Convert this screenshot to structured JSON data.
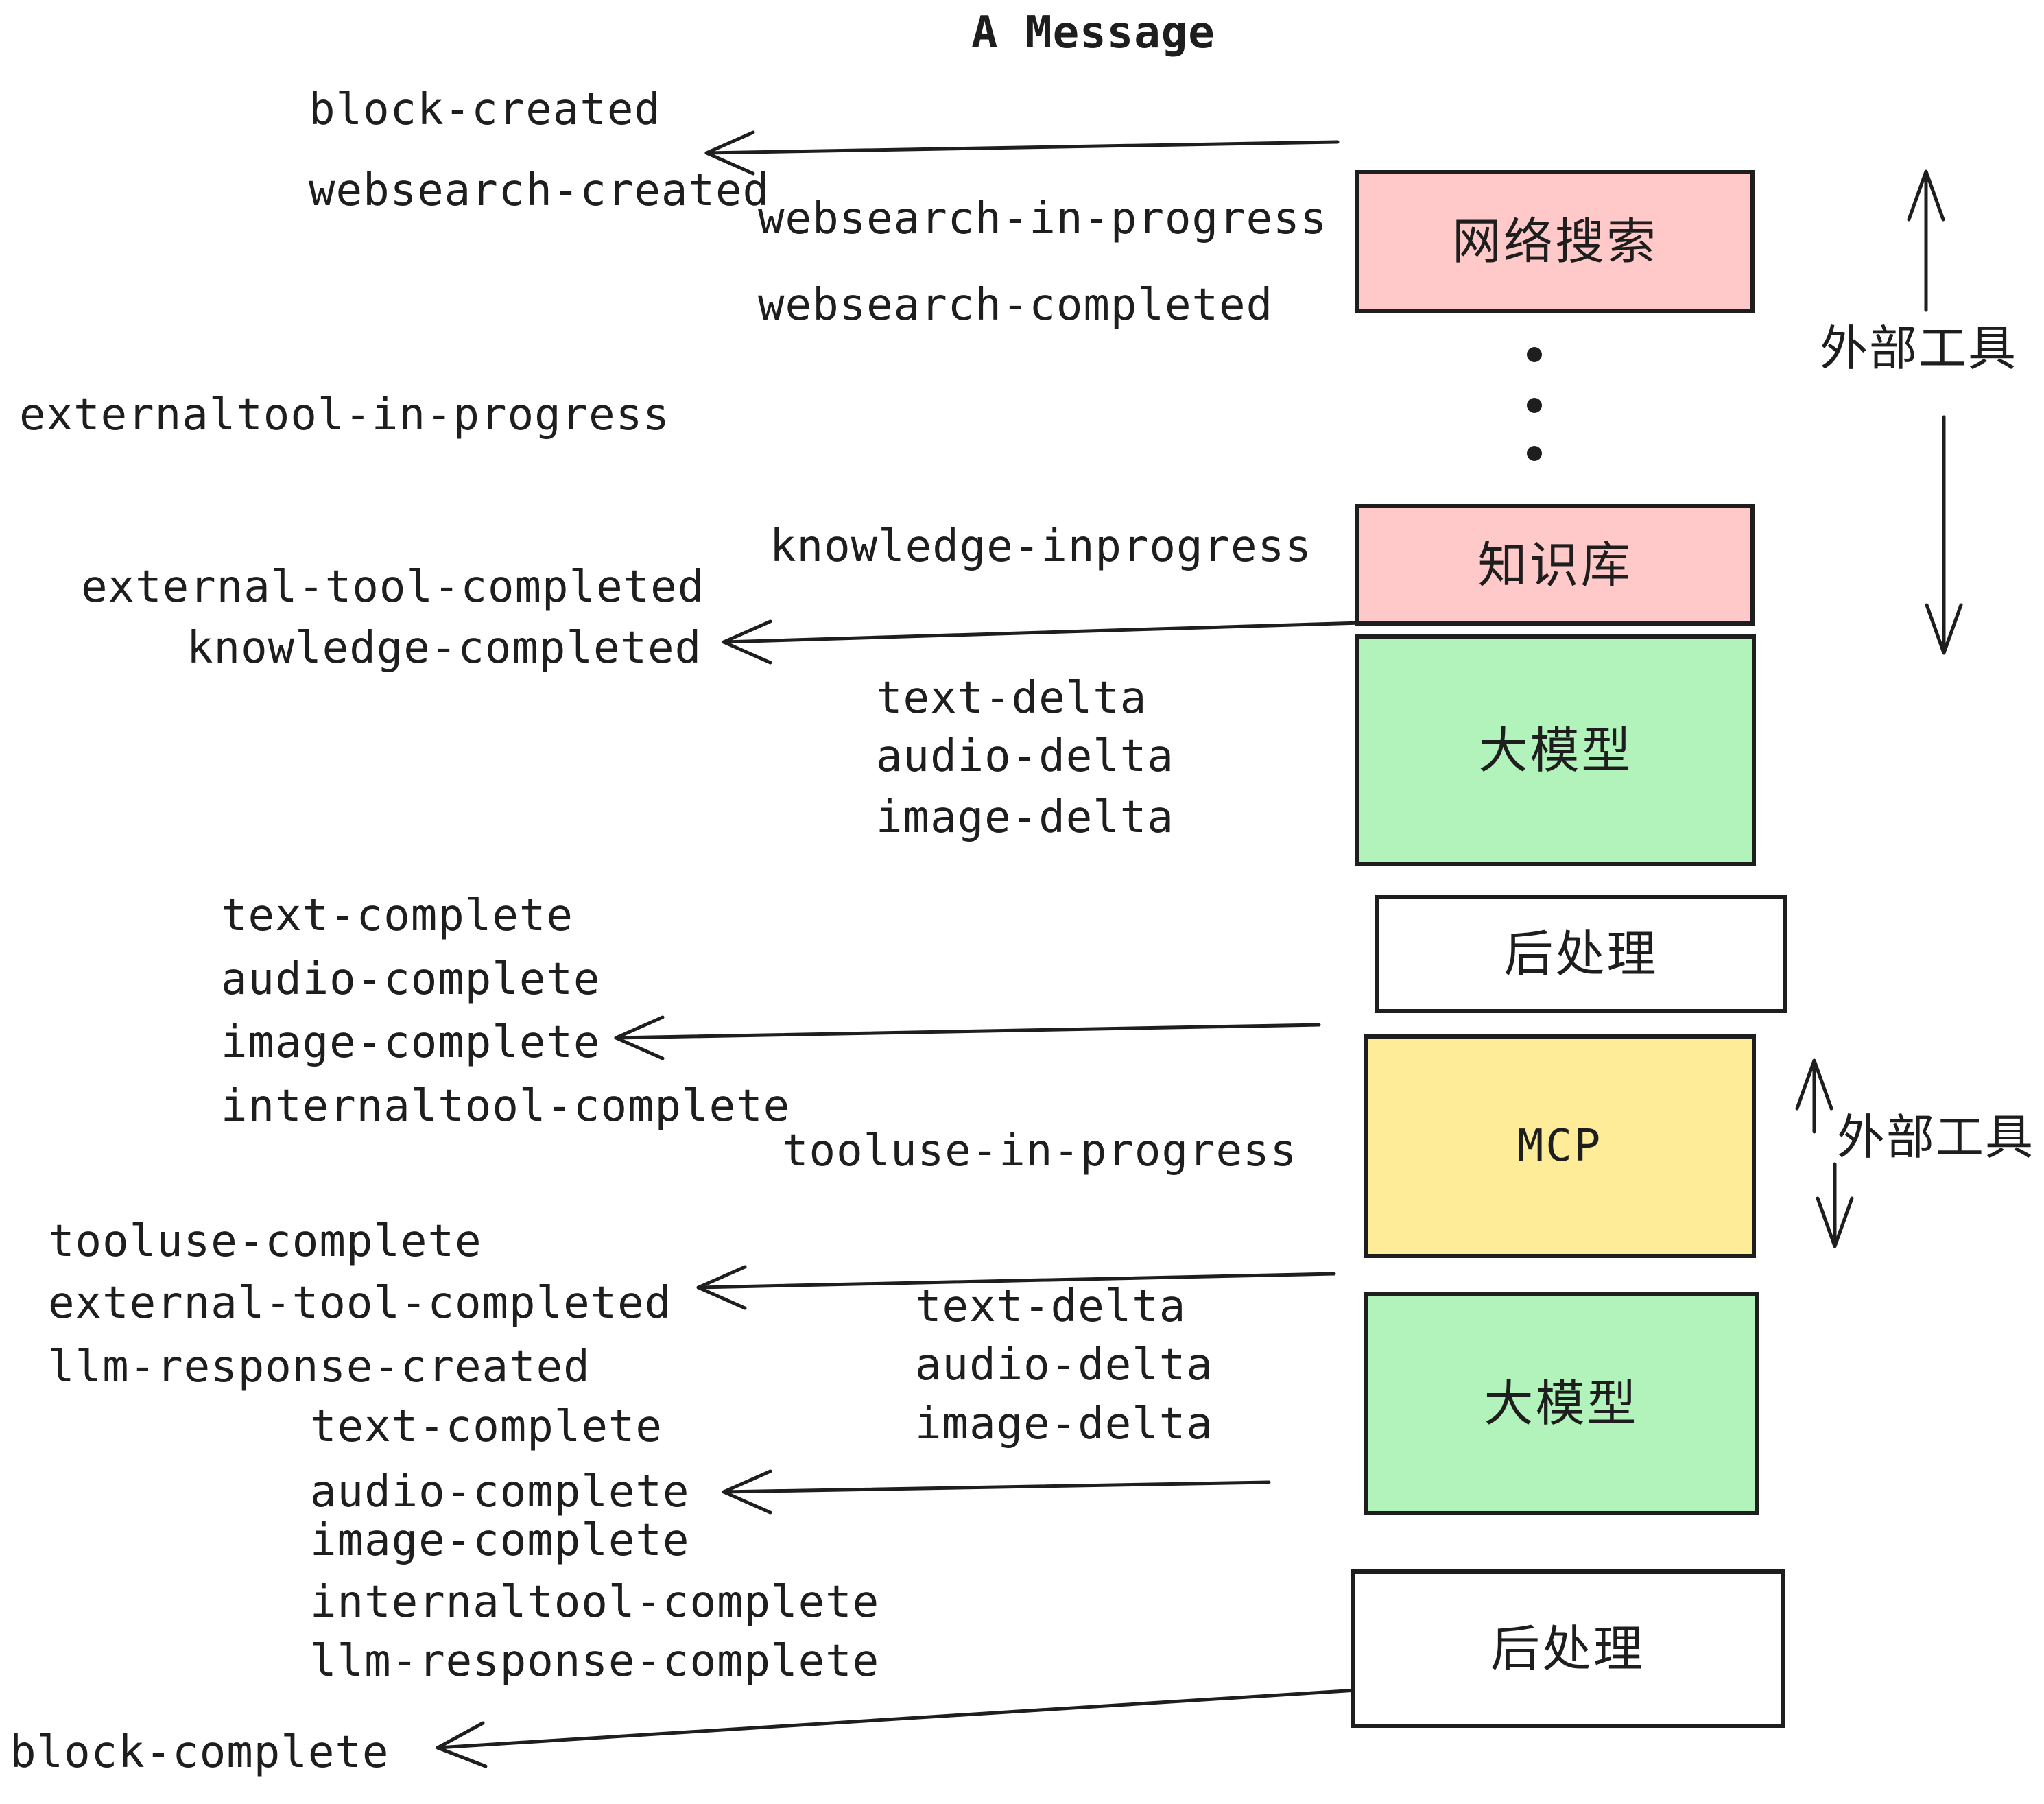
{
  "title": "A Message",
  "colors": {
    "ink": "#1e1e1e",
    "pink": "#ffc9c9",
    "green": "#b2f2bb",
    "yellow": "#ffec99",
    "paper": "#ffffff"
  },
  "boxes": {
    "websearch": "网络搜索",
    "knowledge": "知识库",
    "llm1": "大模型",
    "post1": "后处理",
    "mcp": "MCP",
    "llm2": "大模型",
    "post2": "后处理"
  },
  "side_labels": {
    "external_tools_top": "外部工具",
    "external_tools_bottom": "外部工具"
  },
  "icons": {
    "vertical_ellipsis": "vertical-ellipsis"
  },
  "events": {
    "block_created": "block-created",
    "websearch_created": "websearch-created",
    "websearch_in_progress": "websearch-in-progress",
    "websearch_completed": "websearch-completed",
    "externaltool_in_progress": "externaltool-in-progress",
    "knowledge_inprogress": "knowledge-inprogress",
    "external_tool_completed_1": "external-tool-completed",
    "knowledge_completed": "knowledge-completed",
    "text_delta_1": "text-delta",
    "audio_delta_1": "audio-delta",
    "image_delta_1": "image-delta",
    "text_complete_1": "text-complete",
    "audio_complete_1": "audio-complete",
    "image_complete_1": "image-complete",
    "internaltool_complete_1": "internaltool-complete",
    "tooluse_in_progress": "tooluse-in-progress",
    "tooluse_complete": "tooluse-complete",
    "external_tool_completed_2": "external-tool-completed",
    "llm_response_created": "llm-response-created",
    "text_complete_2": "text-complete",
    "text_delta_2": "text-delta",
    "audio_delta_2": "audio-delta",
    "image_delta_2": "image-delta",
    "audio_complete_2": "audio-complete",
    "image_complete_2": "image-complete",
    "internaltool_complete_2": "internaltool-complete",
    "llm_response_complete": "llm-response-complete",
    "block_complete": "block-complete"
  }
}
